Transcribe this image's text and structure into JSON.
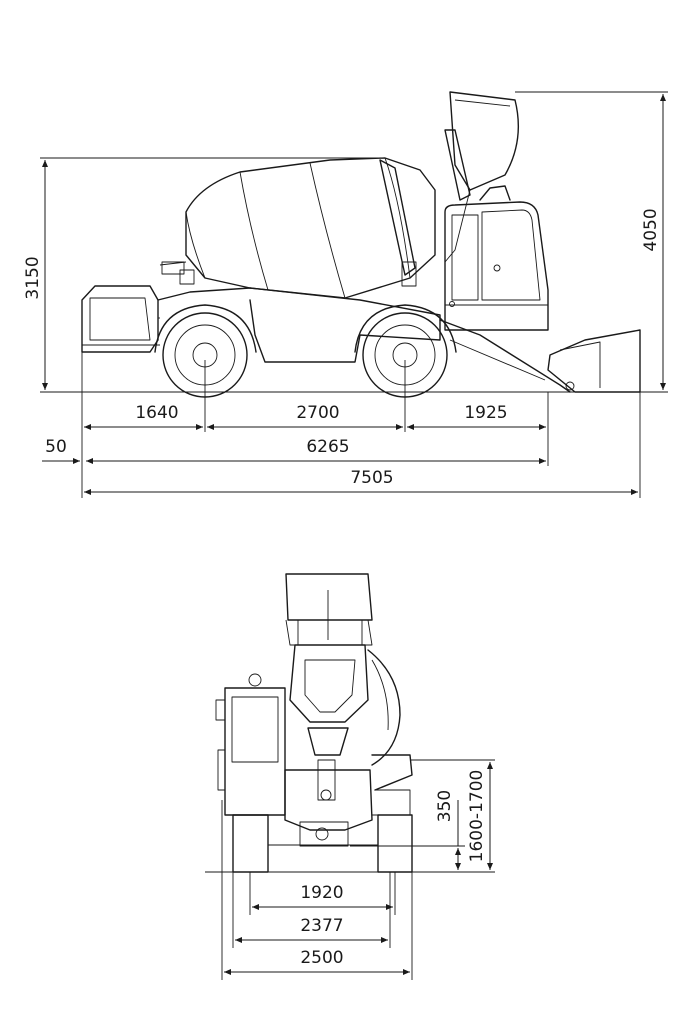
{
  "side_view": {
    "dimensions": {
      "height_drum": "3150",
      "height_total": "4050",
      "front_overhang": "1640",
      "wheelbase": "2700",
      "rear_overhang": "1925",
      "offset": "50",
      "length_body": "6265",
      "length_total": "7505"
    }
  },
  "rear_view": {
    "dimensions": {
      "hook_height": "350",
      "discharge_height": "1600-1700",
      "track_inner": "1920",
      "track": "2377",
      "width_total": "2500"
    }
  }
}
